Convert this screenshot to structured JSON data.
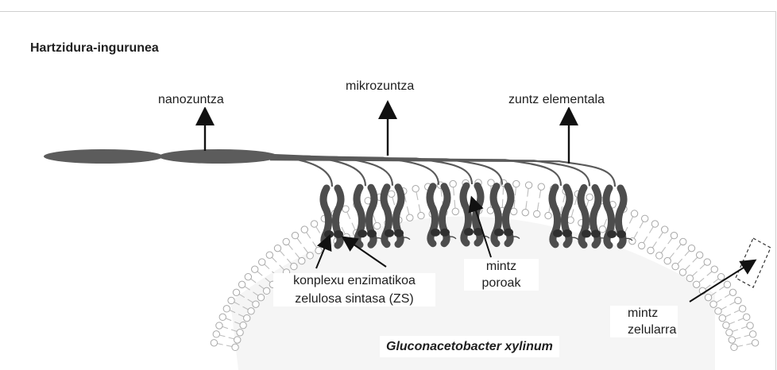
{
  "diagram": {
    "title": "Hartzidura-ingurunea",
    "labels": {
      "nanofiber": "nanozuntza",
      "microfiber": "mikrozuntza",
      "elementary_fiber": "zuntz elementala",
      "enzyme_complex_line1": "konplexu enzimatikoa",
      "enzyme_complex_line2": "zelulosa sintasa (ZS)",
      "membrane_pores_line1": "mintz",
      "membrane_pores_line2": "poroak",
      "cell_membrane_line1": "mintz",
      "cell_membrane_line2": "zelularra",
      "organism": "Gluconacetobacter xylinum"
    },
    "colors": {
      "fiber": "#5a5a5a",
      "protein": "#4d4d4d",
      "membrane": "#bdbdbd",
      "arrow": "#111111",
      "cell_fill": "#f4f4f4"
    }
  }
}
